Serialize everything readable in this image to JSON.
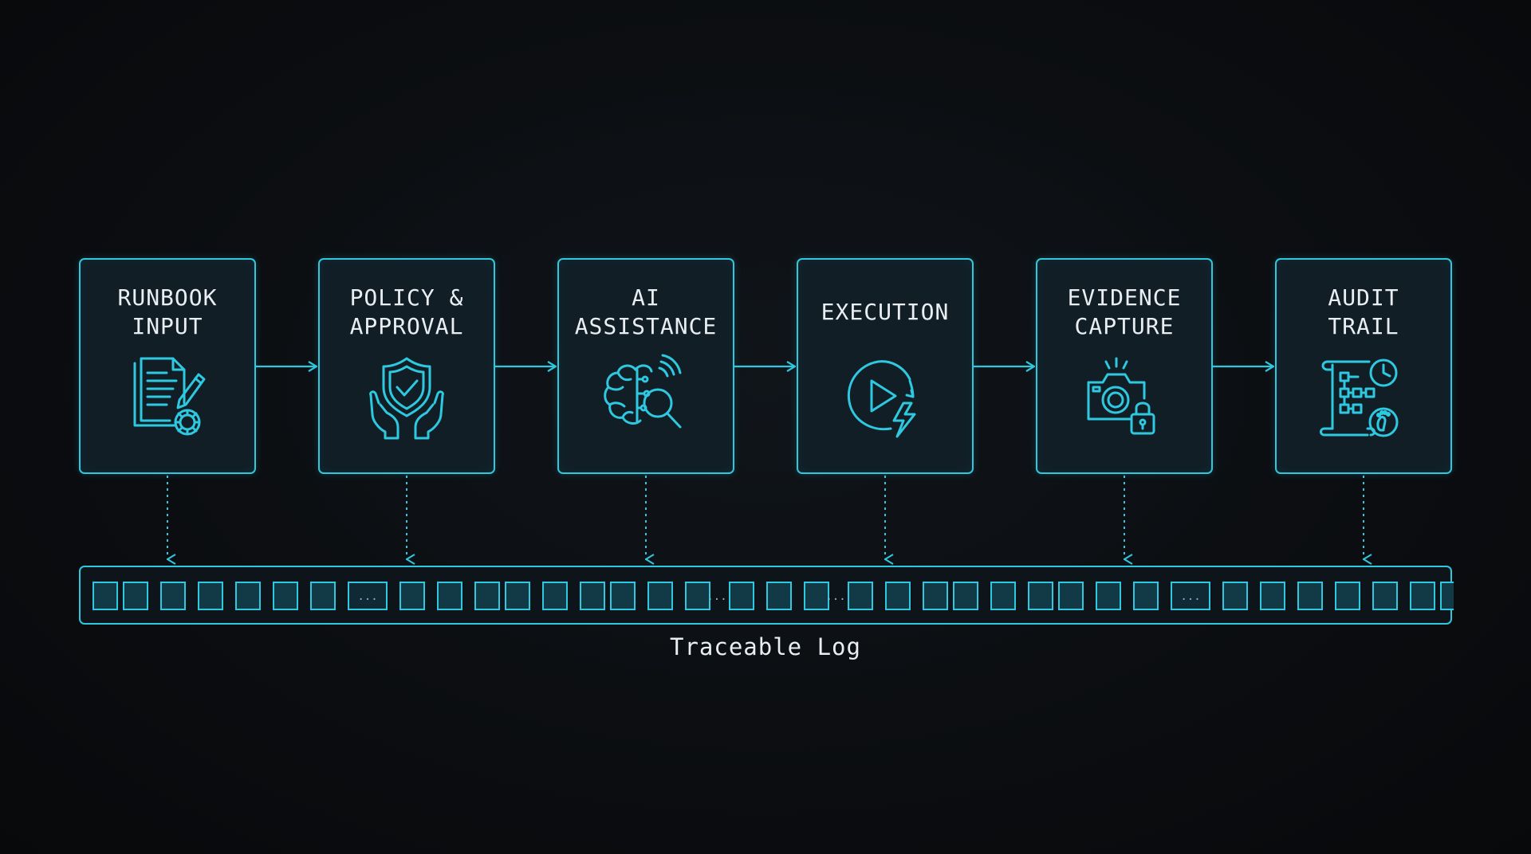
{
  "diagram": {
    "stages": [
      {
        "id": "runbook-input",
        "title": "RUNBOOK\nINPUT",
        "icon": "document-gear-icon"
      },
      {
        "id": "policy-approval",
        "title": "POLICY &\nAPPROVAL",
        "icon": "shield-hands-icon"
      },
      {
        "id": "ai-assistance",
        "title": "AI\nASSISTANCE",
        "icon": "brain-magnifier-icon"
      },
      {
        "id": "execution",
        "title": "EXECUTION",
        "icon": "play-lightning-icon"
      },
      {
        "id": "evidence-capture",
        "title": "EVIDENCE\nCAPTURE",
        "icon": "camera-lock-icon"
      },
      {
        "id": "audit-trail",
        "title": "AUDIT\nTRAIL",
        "icon": "scroll-flowchart-clock-icon"
      }
    ],
    "log": {
      "label": "Traceable Log",
      "ellipsis": "..."
    }
  },
  "colors": {
    "background": "#0b0d10",
    "accent": "#2ec9e0",
    "box_fill": "#111e26",
    "text": "#e8eef2"
  }
}
